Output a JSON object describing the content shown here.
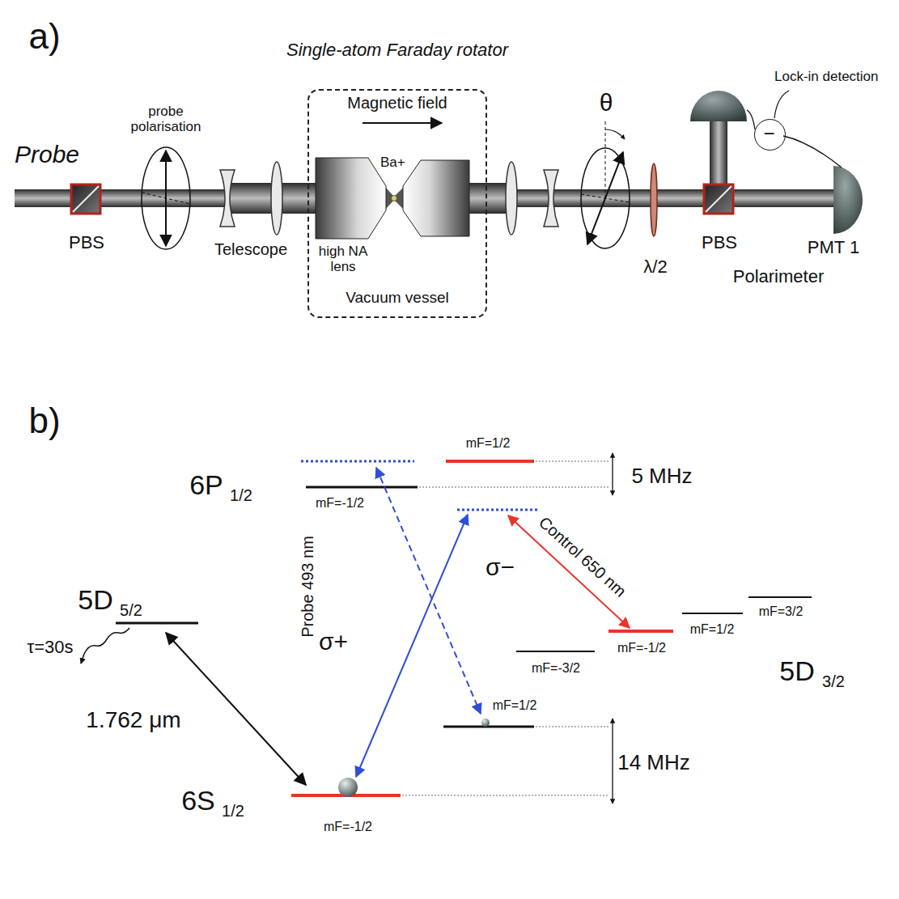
{
  "diagram": {
    "nodes": [
      {
        "text": [
          "Single-atom Faraday rotator",
          "Magnetic field",
          "Ba+",
          "high NA lens",
          "Vacuum vessel"
        ]
      },
      {
        "text": [
          "Lock-in detection",
          "−"
        ]
      }
    ],
    "labels": [
      "a)",
      "Probe",
      "PBS",
      "probe polarisation",
      "Telescope",
      "θ",
      "λ/2",
      "PBS",
      "Polarimeter",
      "PMT 1",
      "b)",
      "6P",
      "1/2",
      "mF=-1/2",
      "mF=1/2",
      "5 MHz",
      "σ−",
      "Control 650 nm",
      "5D",
      "5/2",
      "τ=30s",
      "Probe 493 nm",
      "σ+",
      "mF=1/2",
      "mF=3/2",
      "mF=-1/2",
      "mF=-3/2",
      "5D",
      "3/2",
      "1.762 μm",
      "mF=1/2",
      "14 MHz",
      "6S",
      "1/2",
      "mF=-1/2"
    ]
  }
}
